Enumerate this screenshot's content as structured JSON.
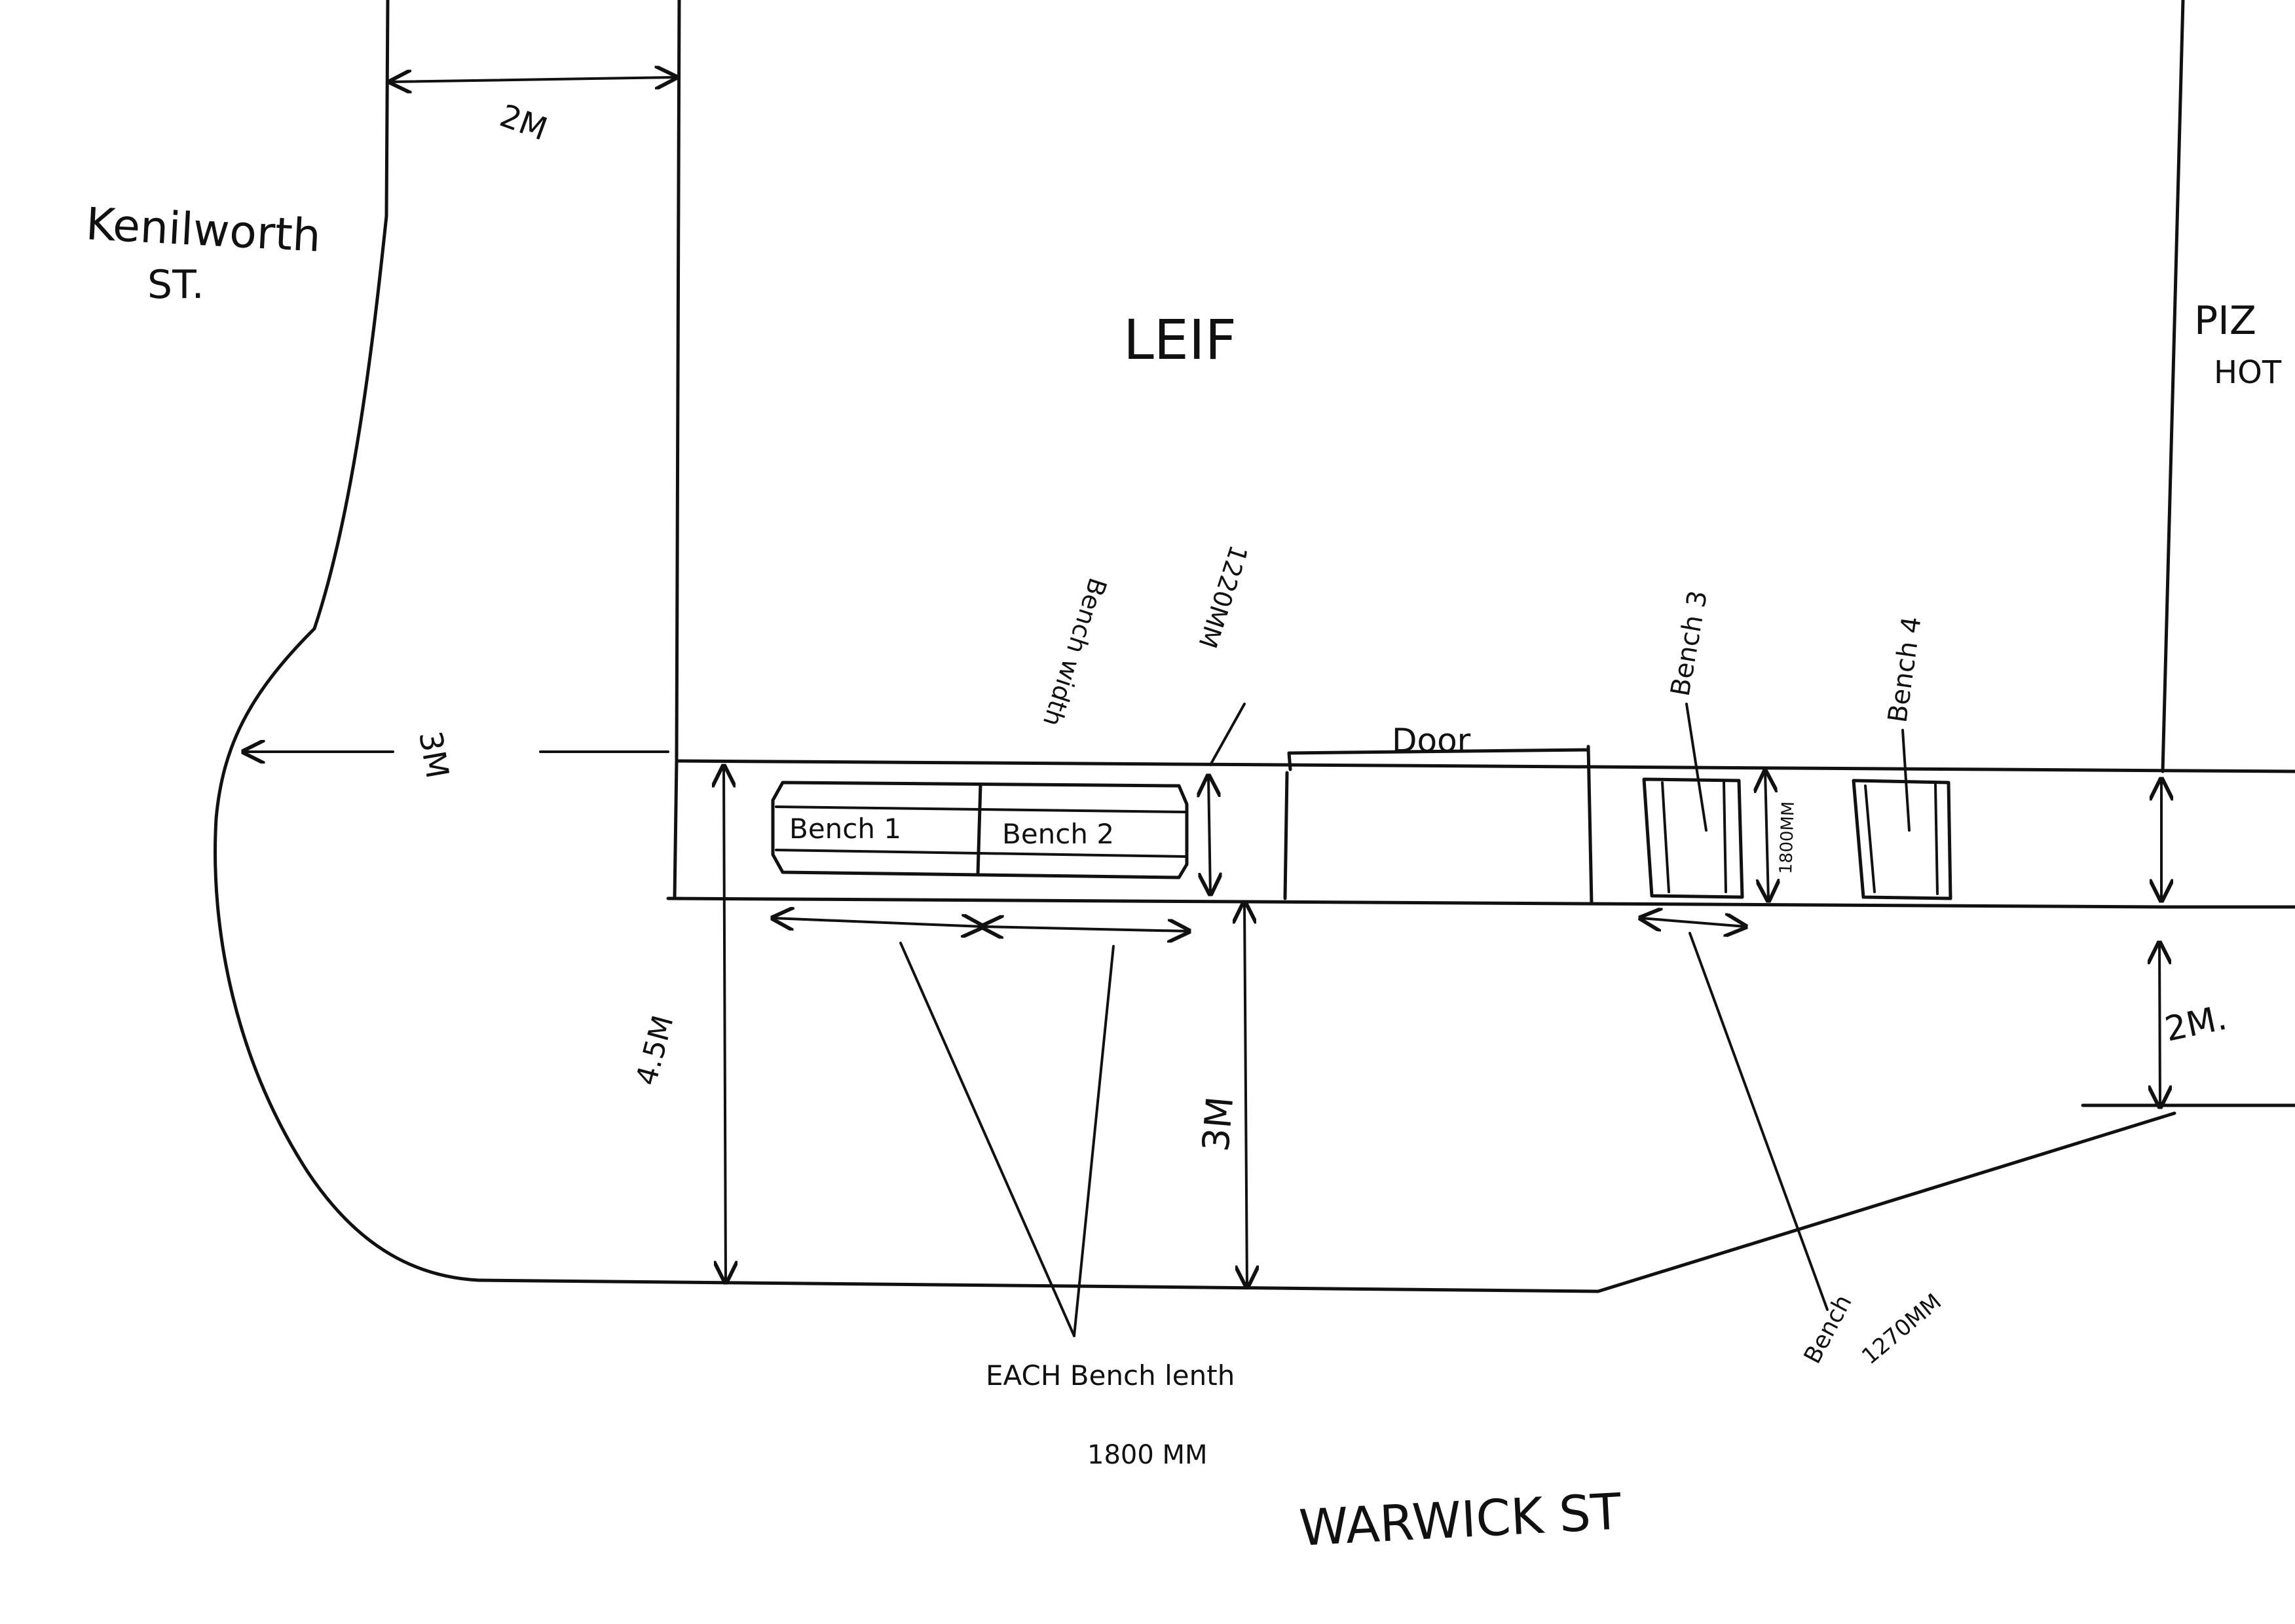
{
  "colors": {
    "ink": "#111111",
    "paper": "#ffffff"
  },
  "labels": {
    "kenilworth_line1": "Kenilworth",
    "kenilworth_line2": "ST.",
    "leif": "LEIF",
    "piz_line1": "PIZ",
    "piz_line2": "HOT",
    "warwick": "WARWICK ST",
    "door": "Door",
    "dim_2m_top": "2M",
    "dim_3m_left": "3M",
    "dim_45m": "4.5M",
    "dim_3m_mid": "3M",
    "dim_2m_right": "2M.",
    "bench_width_1": "1220MM",
    "bench_width_2": "Bench width",
    "bench_1": "Bench 1",
    "bench_2": "Bench 2",
    "bench_3": "Bench 3",
    "bench_4": "Bench 4",
    "dim_1800": "1800MM",
    "bench_note_1": "Bench",
    "bench_note_2": "1270MM",
    "each_bench_1": "EACH Bench lenth",
    "each_bench_2": "1800 MM"
  }
}
